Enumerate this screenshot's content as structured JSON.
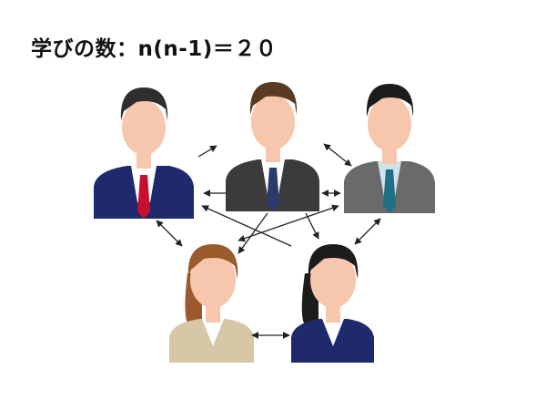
{
  "title": "学びの数：n(n-1)＝２０",
  "people": [
    {
      "id": "man-left",
      "role": "man",
      "suit": "#1e2a6b",
      "tie": "#c8102e",
      "shirt": "#ffffff",
      "hair": "#2e2e2e"
    },
    {
      "id": "man-center",
      "role": "man",
      "suit": "#3b3b3b",
      "tie": "#2a3a6b",
      "shirt": "#ffffff",
      "hair": "#5a3b22"
    },
    {
      "id": "man-right",
      "role": "man",
      "suit": "#6a6a6a",
      "tie": "#1f6f86",
      "shirt": "#cfe3ef",
      "hair": "#1c1c1c"
    },
    {
      "id": "woman-left",
      "role": "woman",
      "suit": "#d8c7a6",
      "shirt": "#ffffff",
      "hair": "#9a5a2c"
    },
    {
      "id": "woman-right",
      "role": "woman",
      "suit": "#1e2a6b",
      "shirt": "#ffffff",
      "hair": "#1c1c1c"
    }
  ],
  "colors": {
    "skin": "#f6c6ad",
    "arrow": "#222222",
    "title": "#111111"
  }
}
